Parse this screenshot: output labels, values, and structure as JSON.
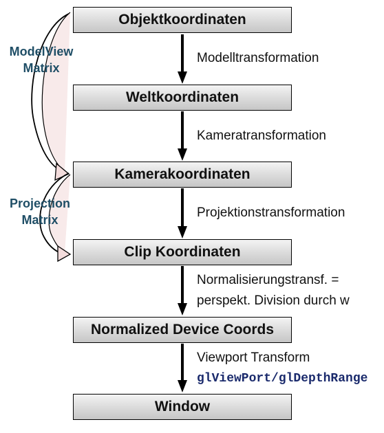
{
  "stages": [
    "Objektkoordinaten",
    "Weltkoordinaten",
    "Kamerakoordinaten",
    "Clip Koordinaten",
    "Normalized Device Coords",
    "Window"
  ],
  "transforms": {
    "t1": "Modelltransformation",
    "t2": "Kameratransformation",
    "t3": "Projektionstransformation",
    "t4_line1": "Normalisierungstransf. =",
    "t4_line2": "perspekt. Division durch w",
    "t5_line1": "Viewport Transform",
    "t5_code": "glViewPort/glDepthRange"
  },
  "side_labels": {
    "modelview_line1": "ModelView",
    "modelview_line2": "Matrix",
    "projection_line1": "Projection",
    "projection_line2": "Matrix"
  },
  "colors": {
    "side_label": "#1f4e66",
    "code": "#1a2a6c",
    "curve_arrow_fill": "#f3dcdc"
  }
}
